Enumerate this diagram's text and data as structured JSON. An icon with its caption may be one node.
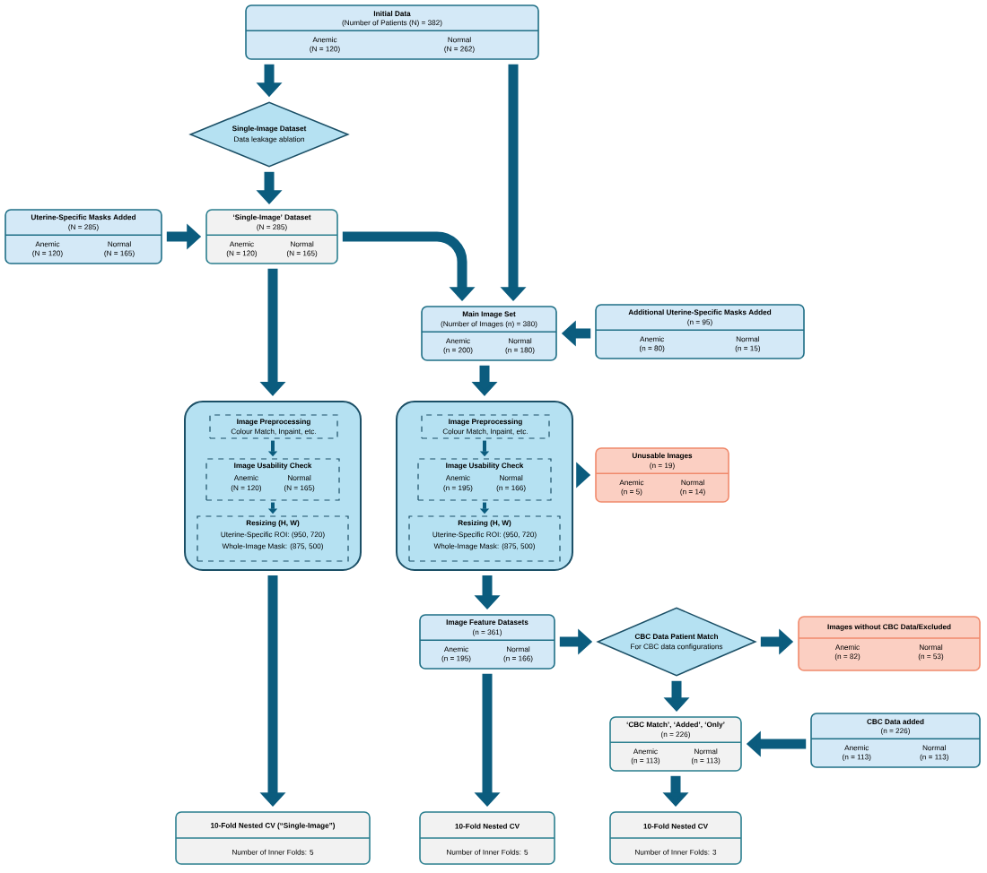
{
  "diagram": {
    "nodes": [
      {
        "text": [
          "Initial Data",
          "(Number of Patients (N) = 382)",
          "Anemic",
          "(N = 120)",
          "Normal",
          "(N = 262)"
        ]
      },
      {
        "text": [
          "Single-Image Dataset",
          "Data leakage ablation"
        ]
      },
      {
        "text": [
          "Uterine-Specific Masks Added",
          "(N = 285)",
          "Anemic",
          "(N = 120)",
          "Normal",
          "(N = 165)"
        ]
      },
      {
        "text": [
          "‘Single-Image’ Dataset",
          "(N = 285)",
          "Anemic",
          "(N = 120)",
          "Normal",
          "(N = 165)"
        ]
      },
      {
        "text": [
          "Main Image Set",
          "(Number of Images (n) = 380)",
          "Anemic",
          "(n = 200)",
          "Normal",
          "(n = 180)"
        ]
      },
      {
        "text": [
          "Additional Uterine-Specific Masks Added",
          "(n = 95)",
          "Anemic",
          "(n = 80)",
          "Normal",
          "(n = 15)"
        ]
      },
      {
        "text": [],
        "shape": "box"
      },
      {
        "text": [
          "Image Preprocessing",
          "Colour Match, Inpaint, etc."
        ],
        "in": 6
      },
      {
        "text": [
          "Image Usability Check",
          "Anemic",
          "(N = 120)",
          "Normal",
          "(N = 165)"
        ],
        "in": 6
      },
      {
        "text": [
          "Resizing (H, W)",
          "Uterine-Specific ROI: (950, 720)",
          "Whole-Image Mask: (875, 500)"
        ],
        "in": 6
      },
      {
        "text": [],
        "shape": "box"
      },
      {
        "text": [
          "Image Preprocessing",
          "Colour Match, Inpaint, etc."
        ],
        "in": 10
      },
      {
        "text": [
          "Image Usability Check",
          "Anemic",
          "(n = 195)",
          "Normal",
          "(n = 166)"
        ],
        "in": 10
      },
      {
        "text": [
          "Resizing (H, W)",
          "Uterine-Specific ROI: (950, 720)",
          "Whole-Image Mask: (875, 500)"
        ],
        "in": 10
      },
      {
        "text": [
          "Unusable Images",
          "(n = 19)",
          "Anemic",
          "(n = 5)",
          "Normal",
          "(n = 14)"
        ]
      },
      {
        "text": [
          "Image Feature Datasets",
          "(n = 361)",
          "Anemic",
          "(n = 195)",
          "Normal",
          "(n = 166)"
        ]
      },
      {
        "text": [
          "CBC Data Patient Match",
          "For CBC data configurations"
        ]
      },
      {
        "text": [
          "Images without CBC Data/Excluded",
          "Anemic",
          "(n = 82)",
          "Normal",
          "(n = 53)"
        ]
      },
      {
        "text": [
          "‘CBC Match’, ‘Added’, ‘Only’",
          "(n = 226)",
          "Anemic",
          "(n = 113)",
          "Normal",
          "(n = 113)"
        ]
      },
      {
        "text": [
          "CBC Data added",
          "(n = 226)",
          "Anemic",
          "(n = 113)",
          "Normal",
          "(n = 113)"
        ]
      },
      {
        "text": [
          "10-Fold Nested CV (“Single-Image”)",
          "Number of Inner Folds: 5"
        ]
      },
      {
        "text": [
          "10-Fold Nested CV",
          "Number of Inner Folds: 5"
        ]
      },
      {
        "text": [
          "10-Fold Nested CV",
          "Number of Inner Folds: 3"
        ]
      }
    ],
    "edges": [
      {
        "from": 0,
        "to": 1,
        "arrow": "to"
      },
      {
        "from": 0,
        "to": 4,
        "arrow": "to"
      },
      {
        "from": 1,
        "to": 3,
        "arrow": "to"
      },
      {
        "from": 2,
        "to": 3,
        "arrow": "to"
      },
      {
        "from": 3,
        "to": 4,
        "arrow": "to"
      },
      {
        "from": 3,
        "to": 6,
        "arrow": "to"
      },
      {
        "from": 5,
        "to": 4,
        "arrow": "to"
      },
      {
        "from": 4,
        "to": 10,
        "arrow": "to"
      },
      {
        "from": 7,
        "to": 8,
        "arrow": "to"
      },
      {
        "from": 8,
        "to": 9,
        "arrow": "to"
      },
      {
        "from": 11,
        "to": 12,
        "arrow": "to"
      },
      {
        "from": 12,
        "to": 13,
        "arrow": "to"
      },
      {
        "from": 10,
        "to": 14,
        "arrow": "to"
      },
      {
        "from": 6,
        "to": 20,
        "arrow": "to"
      },
      {
        "from": 10,
        "to": 15,
        "arrow": "to"
      },
      {
        "from": 15,
        "to": 16,
        "arrow": "to"
      },
      {
        "from": 16,
        "to": 17,
        "arrow": "to"
      },
      {
        "from": 15,
        "to": 21,
        "arrow": "to"
      },
      {
        "from": 16,
        "to": 18,
        "arrow": "to"
      },
      {
        "from": 19,
        "to": 18,
        "arrow": "to"
      },
      {
        "from": 18,
        "to": 22,
        "arrow": "to"
      }
    ]
  }
}
